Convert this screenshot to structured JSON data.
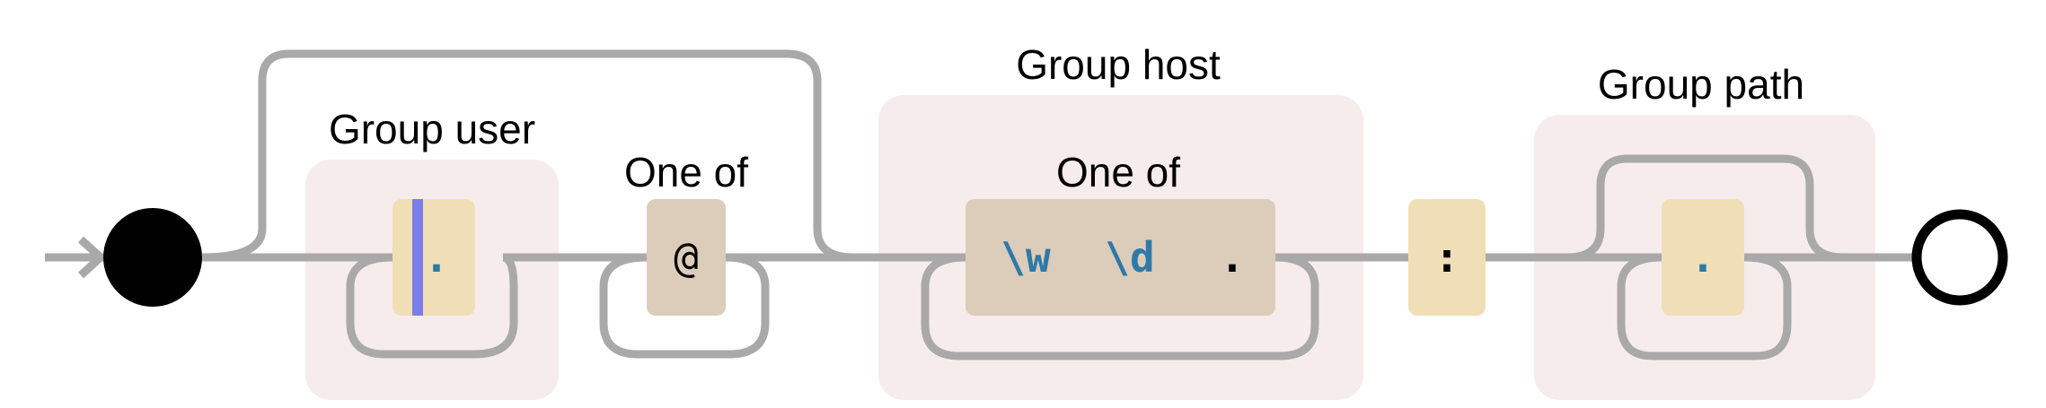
{
  "groups": {
    "user": {
      "label": "Group user"
    },
    "host": {
      "label": "Group host"
    },
    "path": {
      "label": "Group path"
    }
  },
  "one_of_at": {
    "label": "One of",
    "token": "@"
  },
  "host_one_of": {
    "label": "One of",
    "tokens": [
      "\\w",
      "\\d",
      "."
    ]
  },
  "user_token": ".",
  "colon_token": ":",
  "path_token": ".",
  "colors": {
    "group_bg": "#f7ecec",
    "literal_bg": "#f0dfb6",
    "charset_bg": "#dcccba",
    "path_line": "#a9a9a9",
    "token_blue": "#2e79a8",
    "cursor": "#7b7de8"
  }
}
